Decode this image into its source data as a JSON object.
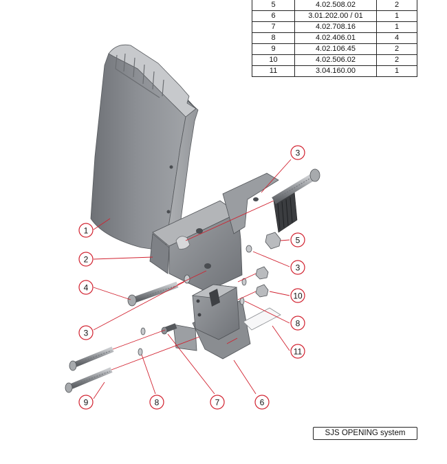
{
  "parts_table": {
    "rows": [
      {
        "pos": "5",
        "code": "4.02.508.02",
        "qty": "2"
      },
      {
        "pos": "6",
        "code": "3.01.202.00 / 01",
        "qty": "1"
      },
      {
        "pos": "7",
        "code": "4.02.708.16",
        "qty": "1"
      },
      {
        "pos": "8",
        "code": "4.02.406.01",
        "qty": "4"
      },
      {
        "pos": "9",
        "code": "4.02.106.45",
        "qty": "2"
      },
      {
        "pos": "10",
        "code": "4.02.506.02",
        "qty": "2"
      },
      {
        "pos": "11",
        "code": "3.04.160.00",
        "qty": "1"
      }
    ]
  },
  "callouts": {
    "c1": "1",
    "c2": "2",
    "c3a": "3",
    "c3b": "3",
    "c3c": "3",
    "c4": "4",
    "c5": "5",
    "c6": "6",
    "c7": "7",
    "c8a": "8",
    "c8b": "8",
    "c9": "9",
    "c10": "10",
    "c11": "11"
  },
  "caption": "SJS OPENING system",
  "colors": {
    "callout": "#d1202e",
    "metal": "#8a8d92"
  }
}
